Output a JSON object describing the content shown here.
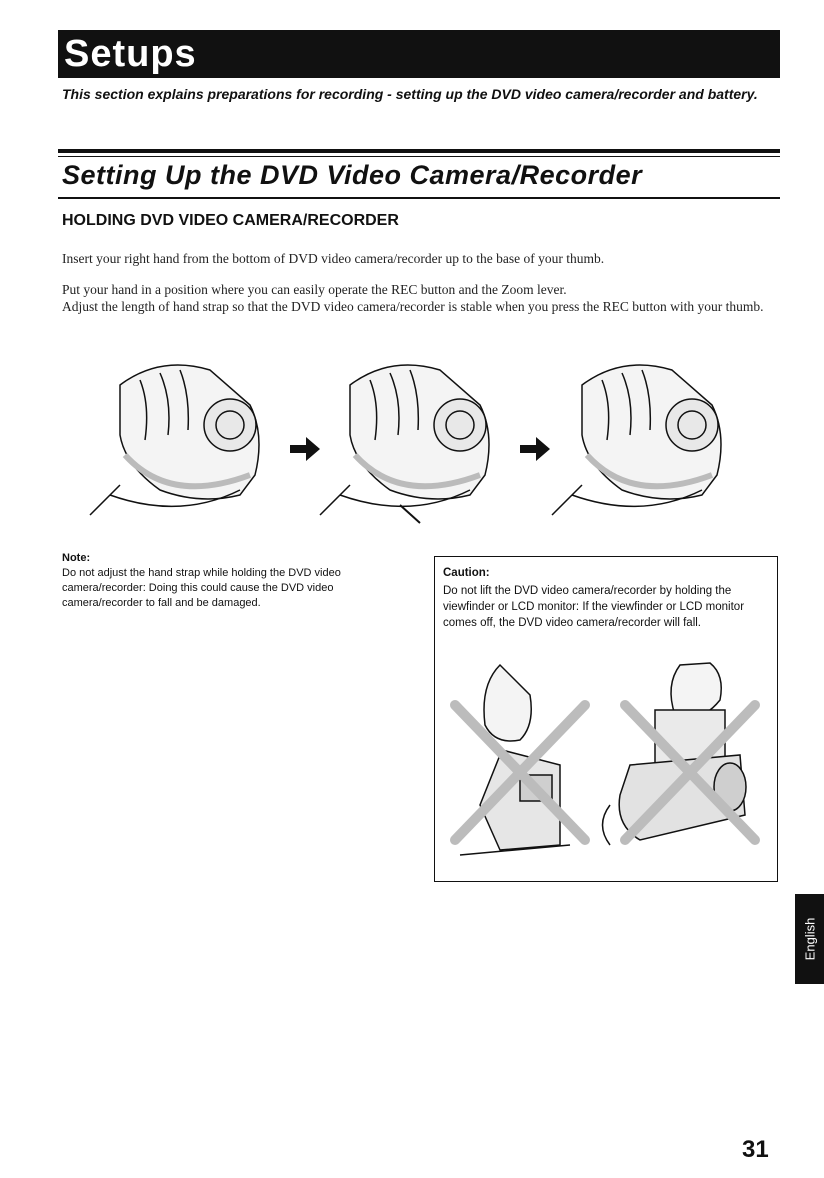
{
  "header": {
    "title": "Setups",
    "intro": "This section explains preparations for recording - setting up the DVD video camera/recorder and battery."
  },
  "section": {
    "title": "Setting Up the DVD Video Camera/Recorder",
    "subheading": "HOLDING DVD VIDEO CAMERA/RECORDER",
    "paragraph1": "Insert your right hand from the bottom of DVD video camera/recorder up to the base of your thumb.",
    "paragraph2": "Put your hand in a position where you can easily operate the REC button and the Zoom lever.",
    "paragraph3": "Adjust the length of hand strap so that the DVD video camera/recorder is stable when you press the REC button with your thumb."
  },
  "note": {
    "label": "Note:",
    "text": "Do not adjust the hand strap while holding the DVD video camera/recorder: Doing this could cause the DVD video camera/recorder to fall and be damaged."
  },
  "caution": {
    "label": "Caution:",
    "text": "Do not lift the DVD video camera/recorder by holding the viewfinder or LCD monitor: If the viewfinder or LCD monitor comes off, the DVD video camera/recorder will fall."
  },
  "side_tab": {
    "label": "English"
  },
  "page_number": "31",
  "icons": [
    "arrow-right-icon",
    "arrow-right-icon"
  ]
}
